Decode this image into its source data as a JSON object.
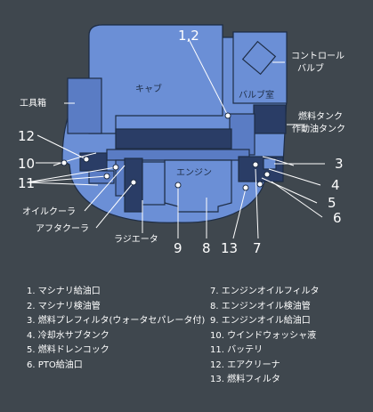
{
  "labels": {
    "cab": "キャブ",
    "valve_room": "バルブ室",
    "engine": "エンジン",
    "control_valve_1": "コントロール",
    "control_valve_2": "バルブ",
    "toolbox": "工具箱",
    "fuel_tank": "燃料タンク",
    "hydraulic_tank": "作動油タンク",
    "oil_cooler": "オイルクーラ",
    "aftercooler": "アフタクーラ",
    "radiator": "ラジエータ"
  },
  "callouts": [
    "1,2",
    "3",
    "4",
    "5",
    "6",
    "7",
    "8",
    "9",
    "10",
    "11",
    "12",
    "13"
  ],
  "legend_left": [
    "1.   マシナリ給油口",
    "2.   マシナリ検油管",
    "3.   燃料プレフィルタ(ウォータセパレータ付)",
    "4.   冷却水サブタンク",
    "5.   燃料ドレンコック",
    "6.   PTO給油口"
  ],
  "legend_right": [
    "7.   エンジンオイルフィルタ",
    "8.   エンジンオイル検油管",
    "9.   エンジンオイル給油口",
    "10. ウインドウォッシャ液",
    "11. バッテリ",
    "12. エアクリーナ",
    "13. 燃料フィルタ"
  ],
  "colors": {
    "background": "#3f474e",
    "body": "#6b8fd6",
    "body_dark": "#2a3d66",
    "outline": "#1e2d45",
    "text": "#ffffff"
  }
}
